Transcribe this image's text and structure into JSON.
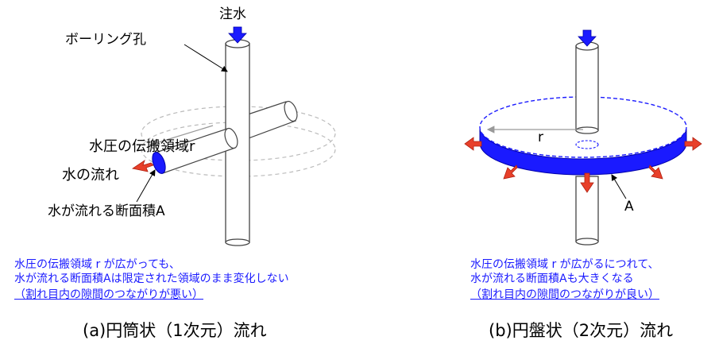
{
  "left": {
    "label_inject": "注水",
    "label_borehole": "ボーリング孔",
    "label_region": "水圧の伝搬領域r",
    "label_flow": "水の流れ",
    "label_area": "水が流れる断面積A",
    "desc_line1": "水圧の伝搬領域 r が広がっても、",
    "desc_line2": "水が流れる断面積Aは限定された領域のまま変化しない",
    "desc_line3": "（割れ目内の隙間のつながりが悪い）",
    "caption": "(a)円筒状（1次元）流れ"
  },
  "right": {
    "label_r": "r",
    "label_A": "A",
    "desc_line1": "水圧の伝搬領域 r が広がるにつれて、",
    "desc_line2": "水が流れる断面積Aも大きくなる",
    "desc_line3": "（割れ目内の隙間のつながりが良い）",
    "caption": "(b)円盤状（2次元）流れ"
  },
  "colors": {
    "flow_blue": "#1a1aff",
    "arrow_red": "#e8402a",
    "outline": "#444444",
    "dashed": "#bbbbbb"
  }
}
